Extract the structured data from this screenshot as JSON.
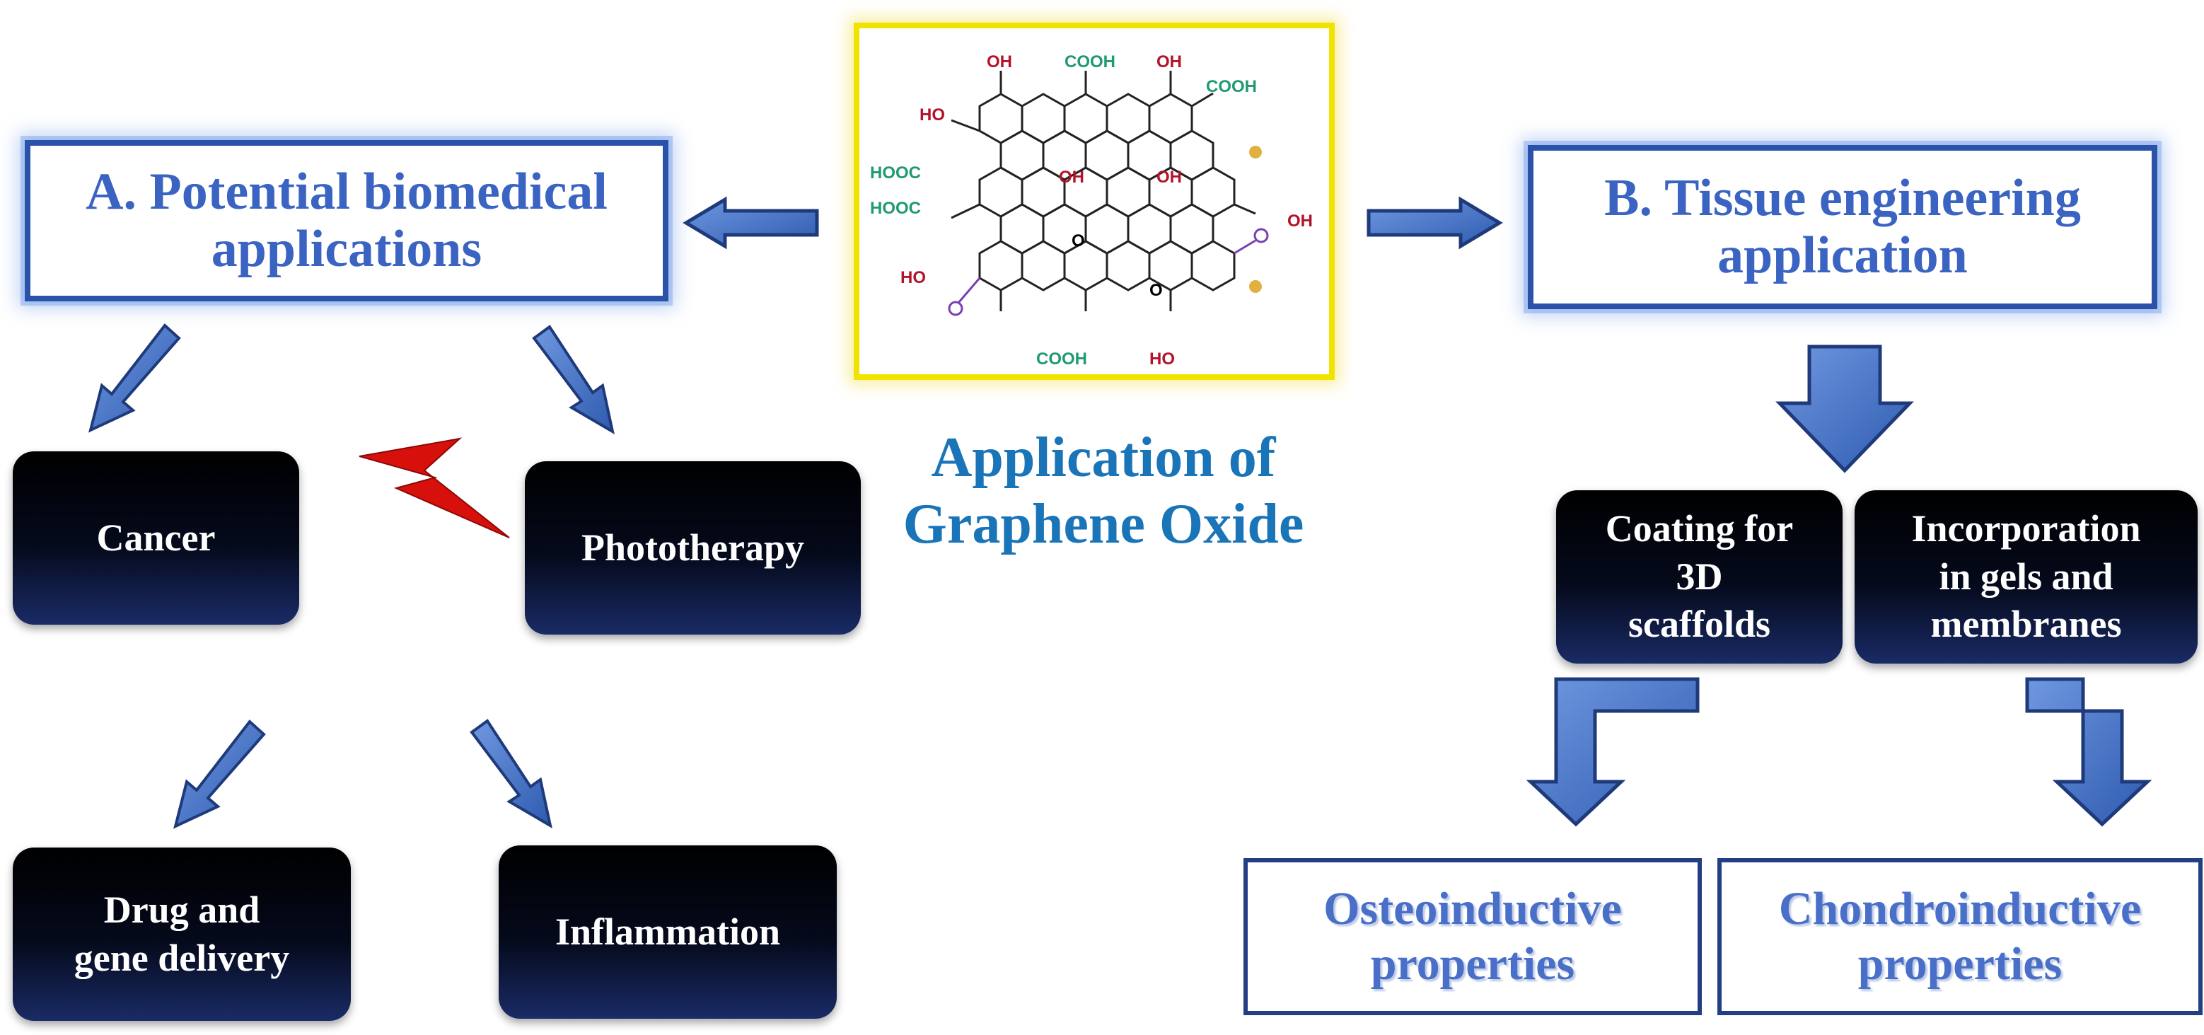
{
  "left_section": {
    "title_line1": "A. Potential biomedical",
    "title_line2": "applications"
  },
  "right_section": {
    "title_line1": "B. Tissue engineering",
    "title_line2": "application"
  },
  "center": {
    "title_line1": "Application of",
    "title_line2": "Graphene Oxide"
  },
  "left_nodes": {
    "cancer": "Cancer",
    "phototherapy": "Phototherapy",
    "drug_line1": "Drug and",
    "drug_line2": "gene delivery",
    "inflammation": "Inflammation"
  },
  "right_nodes": {
    "coating_line1": "Coating for",
    "coating_line2": "3D",
    "coating_line3": "scaffolds",
    "incorp_line1": "Incorporation",
    "incorp_line2": "in gels and",
    "incorp_line3": "membranes",
    "osteo_line1": "Osteoinductive",
    "osteo_line2": "properties",
    "chondro_line1": "Chondroinductive",
    "chondro_line2": "properties"
  },
  "molecule_labels": {
    "oh": "OH",
    "ho": "HO",
    "cooh": "COOH",
    "hooc": "HOOC",
    "o": "O"
  },
  "colors": {
    "arrow_fill": "#4a78c8",
    "arrow_stroke": "#1f3a7a",
    "section_border": "#2a52a8",
    "frame_yellow": "#f2e200",
    "lightning": "#d8100c",
    "center_title": "#1a74b8"
  }
}
